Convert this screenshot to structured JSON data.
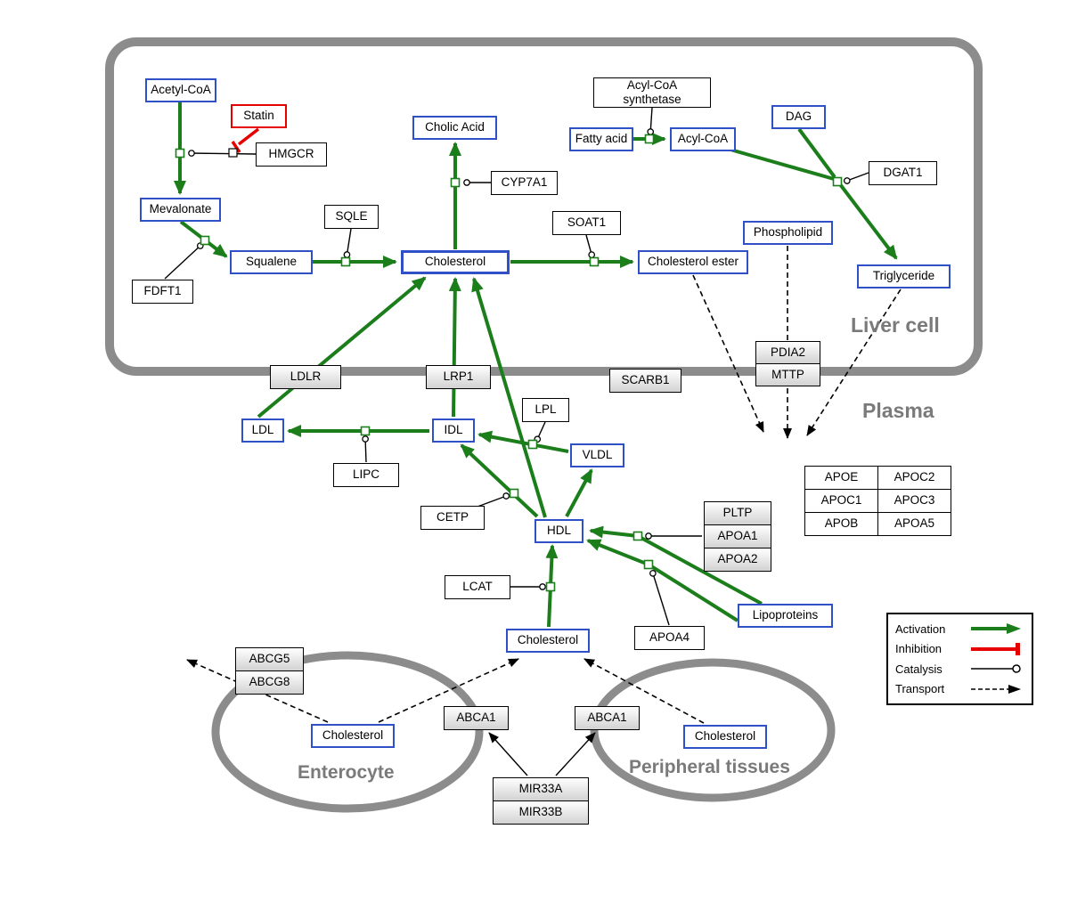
{
  "compartments": {
    "liver": "Liver cell",
    "plasma": "Plasma",
    "enterocyte": "Enterocyte",
    "peripheral": "Peripheral tissues"
  },
  "liver": {
    "acetyl_coa": "Acetyl-CoA",
    "statin": "Statin",
    "hmgcr": "HMGCR",
    "mevalonate": "Mevalonate",
    "fdft1": "FDFT1",
    "squalene": "Squalene",
    "sqle": "SQLE",
    "cholic_acid": "Cholic Acid",
    "cyp7a1": "CYP7A1",
    "cholesterol": "Cholesterol",
    "soat1": "SOAT1",
    "cholesterol_ester": "Cholesterol ester",
    "acs_line1": "Acyl-CoA",
    "acs_line2": "synthetase",
    "fatty_acid": "Fatty acid",
    "acyl_coa": "Acyl-CoA",
    "dag": "DAG",
    "dgat1": "DGAT1",
    "phospholipid": "Phospholipid",
    "triglyceride": "Triglyceride"
  },
  "membrane": {
    "ldlr": "LDLR",
    "lrp1": "LRP1",
    "scarb1": "SCARB1",
    "pdia2": "PDIA2",
    "mttp": "MTTP"
  },
  "plasma": {
    "ldl": "LDL",
    "idl": "IDL",
    "lipc": "LIPC",
    "lpl": "LPL",
    "vldl": "VLDL",
    "cetp": "CETP",
    "hdl": "HDL",
    "lcat": "LCAT",
    "pltp": "PLTP",
    "apoa1": "APOA1",
    "apoa2": "APOA2",
    "apoa4": "APOA4",
    "lipoproteins": "Lipoproteins",
    "cholesterol": "Cholesterol"
  },
  "apo_table": {
    "apoe": "APOE",
    "apoc2": "APOC2",
    "apoc1": "APOC1",
    "apoc3": "APOC3",
    "apob": "APOB",
    "apoa5": "APOA5"
  },
  "bottom": {
    "abcg5": "ABCG5",
    "abcg8": "ABCG8",
    "cholesterol_enterocyte": "Cholesterol",
    "abca1_left": "ABCA1",
    "abca1_right": "ABCA1",
    "cholesterol_peripheral": "Cholesterol",
    "mir33a": "MIR33A",
    "mir33b": "MIR33B"
  },
  "legend": {
    "activation": "Activation",
    "inhibition": "Inhibition",
    "catalysis": "Catalysis",
    "transport": "Transport"
  },
  "colors": {
    "metabolite_border": "#3050c8",
    "activation_green": "#1b7e1b",
    "inhibition_red": "#e60000",
    "membrane_gray": "#8c8c8c",
    "label_gray": "#7a7a7a"
  }
}
